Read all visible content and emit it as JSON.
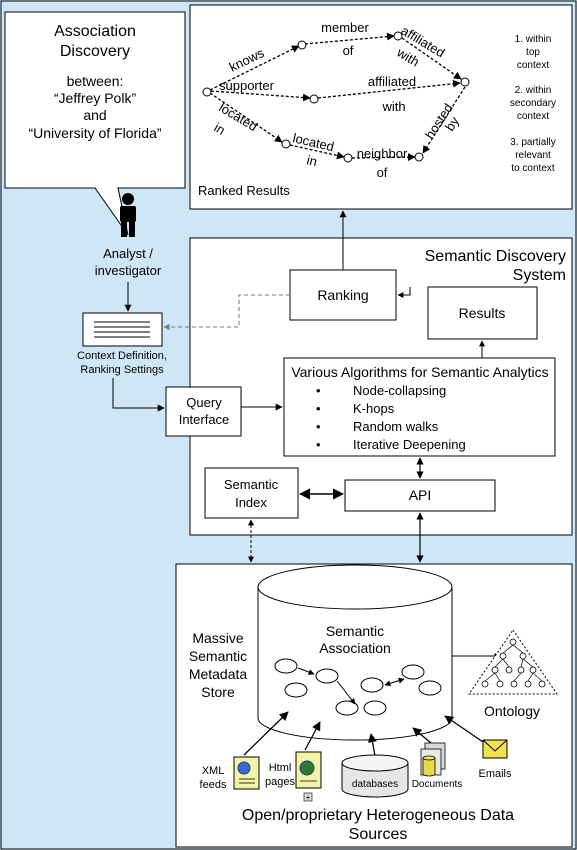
{
  "callout": {
    "title_line1": "Association",
    "title_line2": "Discovery",
    "between": "between:",
    "entity1": "“Jeffrey Polk”",
    "and": "and",
    "entity2": "“University of Florida”"
  },
  "analyst": {
    "line1": "Analyst /",
    "line2": "investigator"
  },
  "context": {
    "line1": "Context Definition,",
    "line2": "Ranking Settings"
  },
  "query": {
    "line1": "Query",
    "line2": "Interface"
  },
  "ranked_results": {
    "label": "Ranked Results",
    "edges": {
      "knows": "knows",
      "member_of_1": "member",
      "member_of_2": "of",
      "affiliated_with_1a": "affiliated",
      "affiliated_with_1b": "with",
      "supporter": "supporter",
      "affiliated_with_2a": "affiliated",
      "affiliated_with_2b": "with",
      "located_in_1a": "located",
      "located_in_1b": "in",
      "located_in_2a": "located",
      "located_in_2b": "in",
      "neighbor_of_a": "neighbor",
      "neighbor_of_b": "of",
      "hosted_by_a": "hosted",
      "hosted_by_b": "by"
    },
    "legend": [
      [
        "1. within",
        "top",
        "context"
      ],
      [
        "2. within",
        "secondary",
        "context"
      ],
      [
        "3. partially",
        "relevant",
        "to context"
      ]
    ]
  },
  "system": {
    "title_line1": "Semantic Discovery",
    "title_line2": "System",
    "ranking": "Ranking",
    "results": "Results",
    "algorithms_title": "Various Algorithms for Semantic Analytics",
    "algorithms": [
      "Node-collapsing",
      "K-hops",
      "Random walks",
      "Iterative Deepening"
    ],
    "semantic_index_line1": "Semantic",
    "semantic_index_line2": "Index",
    "api": "API"
  },
  "store": {
    "label_lines": [
      "Massive",
      "Semantic",
      "Metadata",
      "Store"
    ],
    "assoc_line1": "Semantic",
    "assoc_line2": "Association",
    "ontology": "Ontology",
    "sources": {
      "xml_line1": "XML",
      "xml_line2": "feeds",
      "html_line1": "Html",
      "html_line2": "pages",
      "databases": "databases",
      "documents": "Documents",
      "emails": "Emails"
    },
    "footer_line1": "Open/proprietary Heterogeneous Data",
    "footer_line2": "Sources"
  },
  "colors": {
    "background": "#cfe6f7",
    "box_fill": "#ffffff",
    "line": "#000000",
    "dashed_gray": "#777777"
  }
}
